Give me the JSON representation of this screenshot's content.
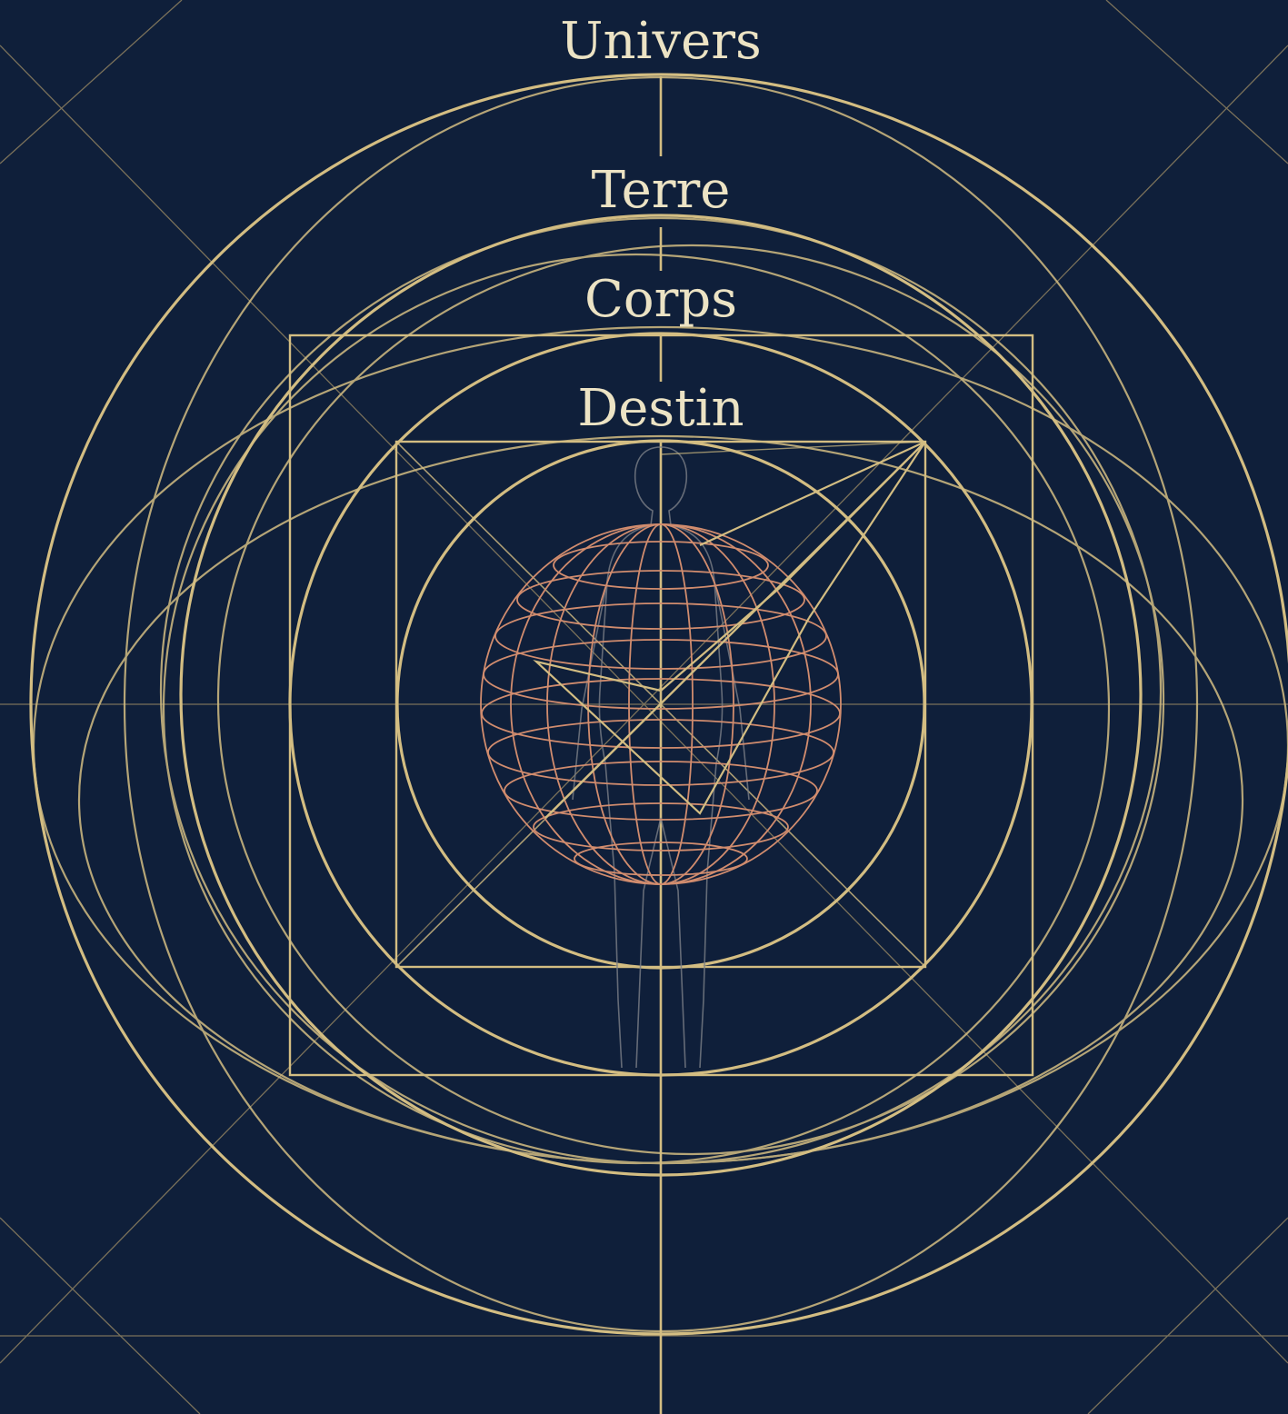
{
  "labels": {
    "univers": "Univers",
    "terre": "Terre",
    "corps": "Corps",
    "destin": "Destin"
  },
  "colors": {
    "background": "#0f1f3a",
    "gold": "#d3bd82",
    "text": "#ece3c4",
    "globe": "#d18c6e"
  }
}
